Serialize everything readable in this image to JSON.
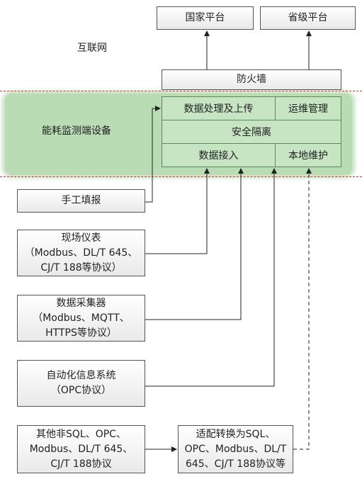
{
  "top": {
    "national_platform": "国家平台",
    "provincial_platform": "省级平台",
    "internet_label": "互联网",
    "firewall": "防火墙"
  },
  "device": {
    "label": "能耗监测端设备",
    "data_process_upload": "数据处理及上传",
    "ops_management": "运维管理",
    "security_isolation": "安全隔离",
    "data_access": "数据接入",
    "local_maintenance": "本地维护"
  },
  "sources": {
    "manual_entry": "手工填报",
    "field_meter": [
      "现场仪表",
      "（Modbus、DL/T 645、",
      "CJ/T 188等协议）"
    ],
    "data_collector": [
      "数据采集器",
      "（Modbus、MQTT、",
      "HTTPS等协议）"
    ],
    "automation_system": [
      "自动化信息系统",
      "（OPC协议）"
    ],
    "other_protocols": [
      "其他非SQL、OPC、",
      "Modbus、DL/T 645、",
      "CJ/T 188协议"
    ],
    "adapter": [
      "适配转换为SQL、",
      "OPC、Modbus、DL/T",
      "645、CJ/T 188协议等"
    ]
  }
}
